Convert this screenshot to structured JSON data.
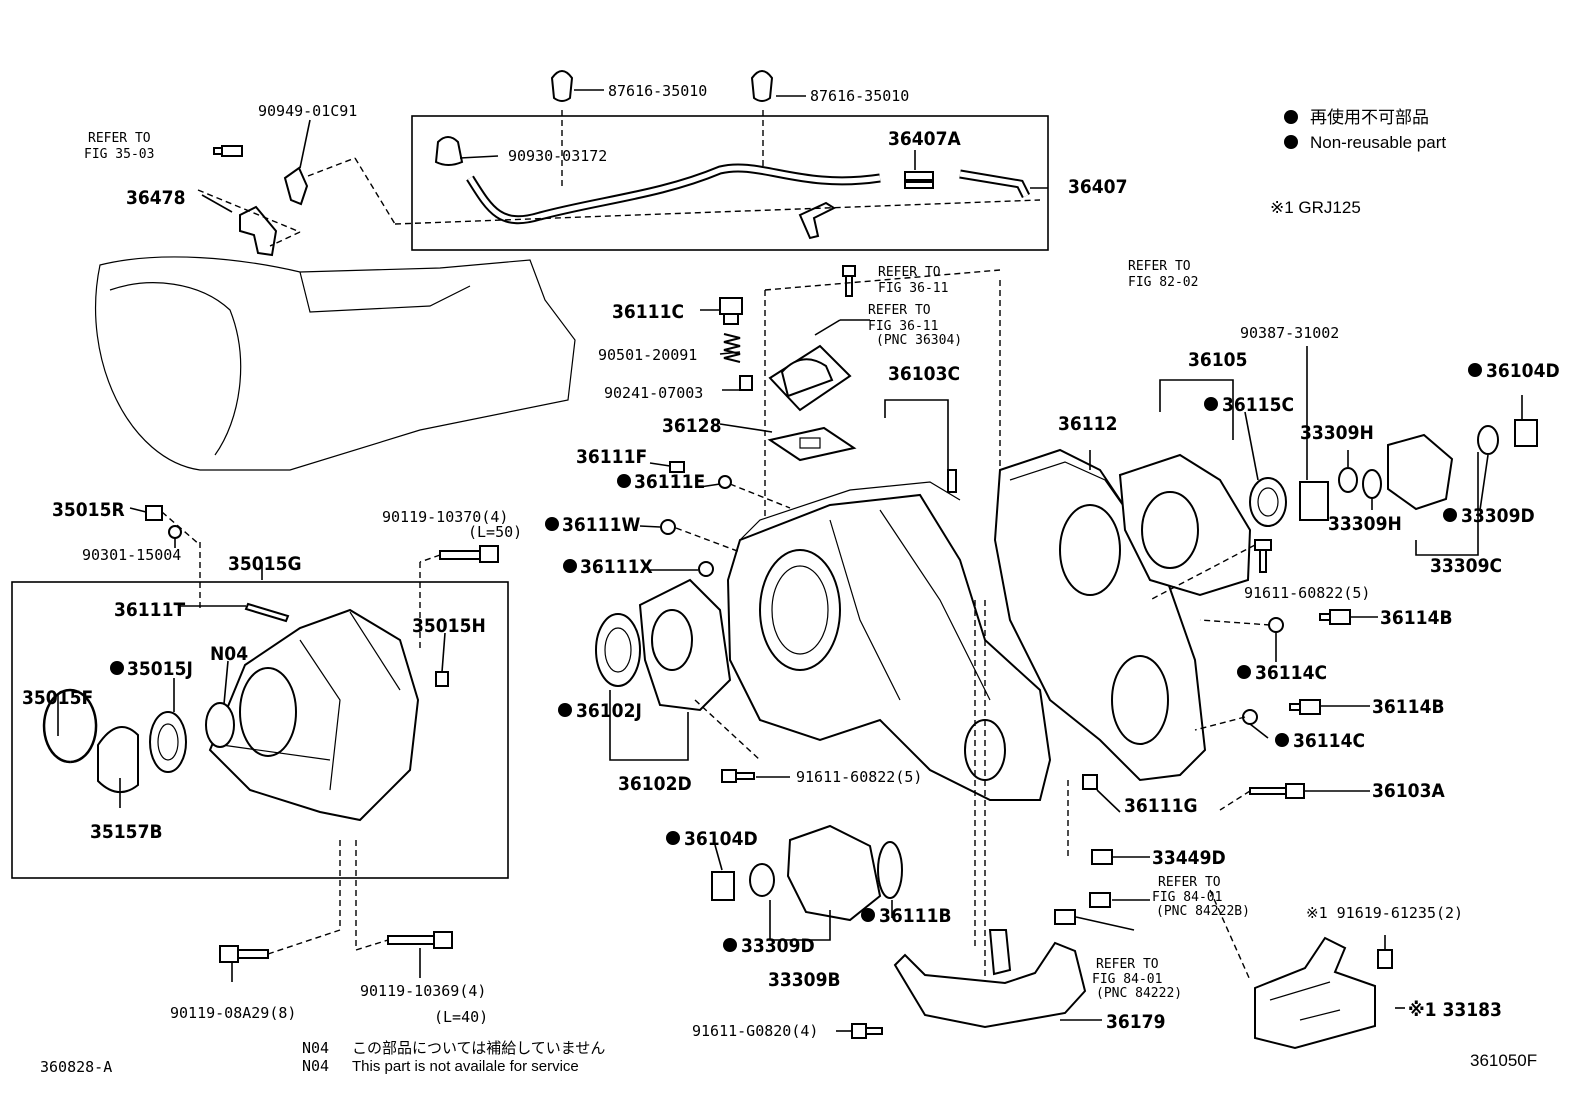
{
  "legend": {
    "non_reusable_ja": "再使用不可部品",
    "non_reusable_en": "Non-reusable part",
    "model_note": "※1 GRJ125"
  },
  "diagram_id": "360828-A",
  "figure_code": "361050F",
  "notes": {
    "n04_code_ja": "N04",
    "n04_text_ja": "この部品については補給していません",
    "n04_code_en": "N04",
    "n04_text_en": "This part is not availale for service"
  },
  "refer": {
    "r3503_a": "REFER TO",
    "r3503_b": "FIG 35-03",
    "r3611_a": "REFER TO",
    "r3611_b": "FIG 36-11",
    "r3611p_a": "REFER TO",
    "r3611p_b": "FIG 36-11",
    "r3611p_c": "(PNC 36304)",
    "r8202_a": "REFER TO",
    "r8202_b": "FIG 82-02",
    "r8401a_a": "REFER TO",
    "r8401a_b": "FIG 84-01",
    "r8401a_c": "(PNC 84222B)",
    "r8401b_a": "REFER TO",
    "r8401b_b": "FIG 84-01",
    "r8401b_c": "(PNC 84222)"
  },
  "parts": {
    "p87616a": "87616-35010",
    "p87616b": "87616-35010",
    "p90949": "90949-01C91",
    "p90930": "90930-03172",
    "p36407A": "36407A",
    "p36407": "36407",
    "p36478": "36478",
    "p36111C": "36111C",
    "p90501": "90501-20091",
    "p90241": "90241-07003",
    "p36128": "36128",
    "p36111F": "36111F",
    "p36111E": "36111E",
    "p36111W": "36111W",
    "p36111X": "36111X",
    "p35015R": "35015R",
    "p90301": "90301-15004",
    "p90119_10370": "90119-10370(4)",
    "p90119_10370_l": "(L=50)",
    "p35015G": "35015G",
    "p36111T": "36111T",
    "p35015H": "35015H",
    "p35015J": "35015J",
    "pN04": "N04",
    "p35015F": "35015F",
    "p35157B": "35157B",
    "p36102J": "36102J",
    "p36102D": "36102D",
    "p91611_60822a": "91611-60822(5)",
    "p36103C": "36103C",
    "p36112": "36112",
    "p36105": "36105",
    "p90387": "90387-31002",
    "p36115C": "36115C",
    "p33309H1": "33309H",
    "p33309H2": "33309H",
    "p36104D_r": "36104D",
    "p33309D_r": "33309D",
    "p33309C": "33309C",
    "p91611_60822b": "91611-60822(5)",
    "p36114B1": "36114B",
    "p36114C1": "36114C",
    "p36114B2": "36114B",
    "p36114C2": "36114C",
    "p36111G": "36111G",
    "p36103A": "36103A",
    "p33449D": "33449D",
    "p36104D_l": "36104D",
    "p33309D_l": "33309D",
    "p33309B": "33309B",
    "p36111B": "36111B",
    "p36179": "36179",
    "p91611_G0820": "91611-G0820(4)",
    "p91619": "※1 91619-61235(2)",
    "p33183": "※1 33183",
    "p90119_08A29": "90119-08A29(8)",
    "p90119_10369": "90119-10369(4)",
    "p90119_10369_l": "(L=40)"
  }
}
